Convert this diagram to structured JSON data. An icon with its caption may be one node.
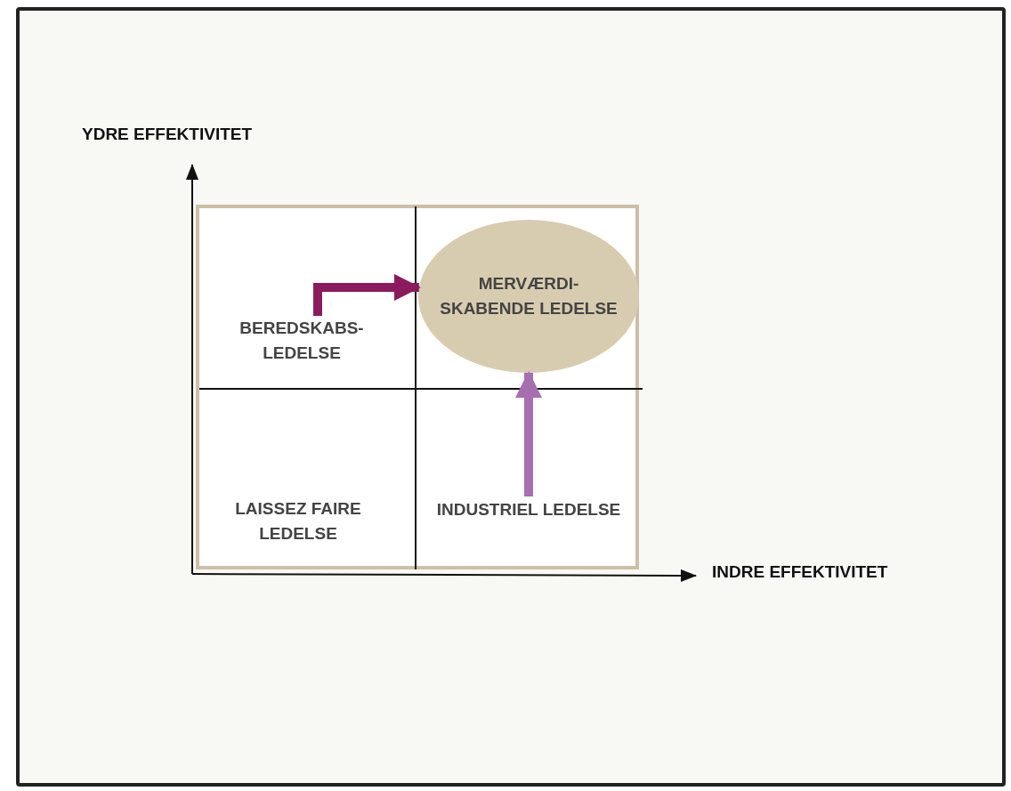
{
  "diagram": {
    "nodes": [
      {
        "text": [
          "BEREDSKABS- LEDELSE"
        ]
      },
      {
        "text": [
          "MERVÆRDI- SKABENDE LEDELSE"
        ]
      },
      {
        "text": [
          "LAISSEZ FAIRE LEDELSE"
        ]
      },
      {
        "text": [
          "INDUSTRIEL LEDELSE"
        ]
      }
    ],
    "edges": [
      {
        "from": 0,
        "to": 1,
        "arrow": "to",
        "color": "#8b1a5e"
      },
      {
        "from": 3,
        "to": 1,
        "arrow": "to",
        "color": "#a66fb0"
      }
    ],
    "labels": [
      "YDRE EFFEKTIVITET",
      "INDRE EFFEKTIVITET"
    ]
  }
}
